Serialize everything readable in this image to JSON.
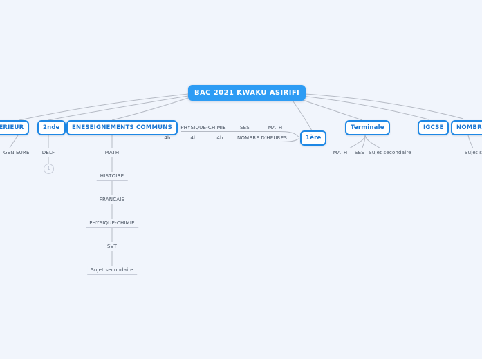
{
  "mindmap": {
    "root": {
      "label": "BAC 2021 KWAKU ASIRIFI"
    },
    "level1": {
      "superieur": "PERIEUR",
      "seconde": "2nde",
      "commons": "ENESEIGNEMENTS COMMUNS",
      "premiere": "1ère",
      "terminale": "Terminale",
      "igcse": "IGCSE",
      "nombre": "NOMBRE"
    },
    "superieur_child": "GENIEURE",
    "seconde_child": "DELF",
    "seconde_badge_count": "1",
    "commons_chain": [
      "MATH",
      "HISTOIRE",
      "FRANCAIS",
      "PHYSIQUE-CHIMIE",
      "SVT",
      "Sujet secondaire"
    ],
    "premiere_subjects": [
      "PHYSIQUE-CHIMIE",
      "SES",
      "MATH"
    ],
    "premiere_hours": [
      "4h",
      "4h",
      "4h"
    ],
    "premiere_hours_label": "NOMBRE D'HEURES",
    "terminale_children": [
      "MATH",
      "SES",
      "Sujet secondaire"
    ],
    "nombre_child": "Sujet secondaire",
    "colors": {
      "background": "#f1f5fc",
      "root_fill": "#2d9cf4",
      "root_text": "#ffffff",
      "node_border": "#1e88e5",
      "node_text": "#1976d2",
      "connector": "#b5bac4",
      "label_text": "#4b5563",
      "underline": "#c7ccd8"
    }
  }
}
